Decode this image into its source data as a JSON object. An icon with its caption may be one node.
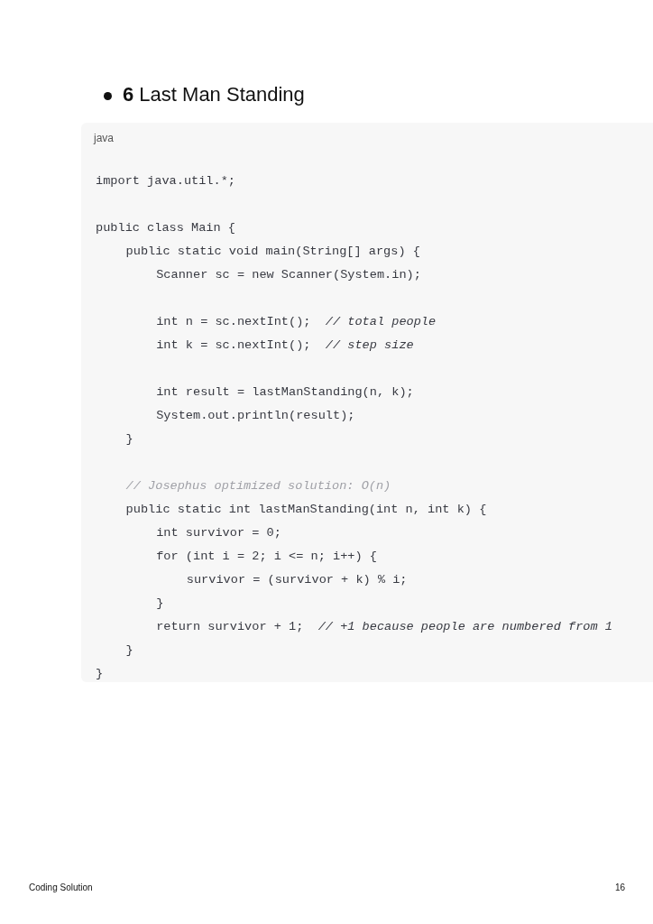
{
  "diagram": {
    "title": "**6** Last Man Standing",
    "labels": [
      "java",
      "import java.util.*;",
      "public class Main {",
      "public static void main(String[] args) {",
      "Scanner sc = new Scanner(System.in);",
      "int n = sc.nextInt();  *// total people*",
      "int k = sc.nextInt();  *// step size*",
      "int result = lastManStanding(n, k);",
      "System.out.println(result);",
      "}",
      "// Josephus optimized solution: O(n)",
      "public static int lastManStanding(int n, int k) {",
      "int survivor = 0;",
      "for (int i = 2; i <= n; i++) {",
      "survivor = (survivor + k) % i;",
      "}",
      "return survivor + 1;  *// +1 because people are numbered from 1*",
      "}",
      "}",
      "Coding Solution",
      "16"
    ]
  }
}
